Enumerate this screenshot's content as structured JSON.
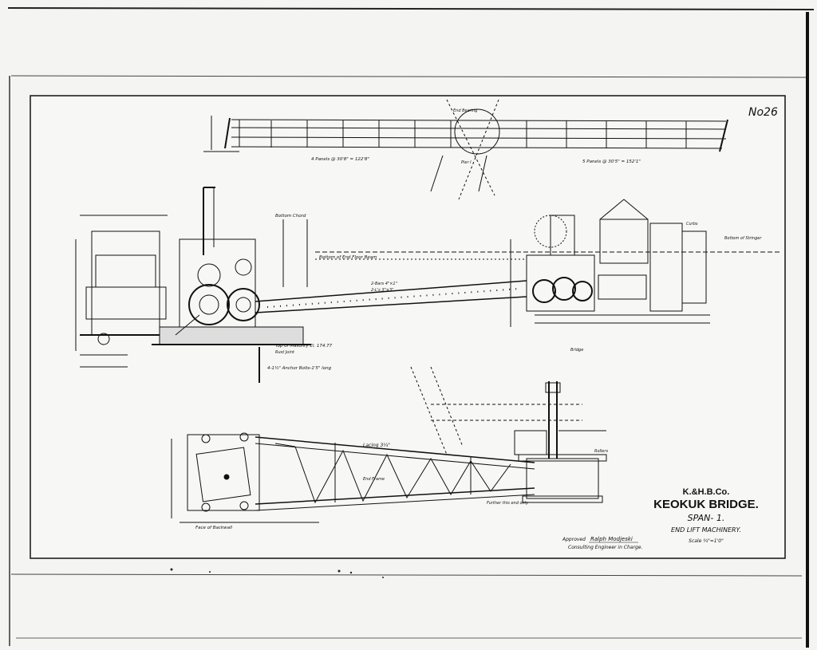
{
  "sheet": {
    "number": "No26",
    "title_block": {
      "company": "K.&H.B.Co.",
      "bridge": "KEOKUK BRIDGE.",
      "span": "SPAN- 1.",
      "drawing": "END LIFT MACHINERY.",
      "scale": "Scale ¾\"=1'0\""
    },
    "approval": {
      "approved_label": "Approved",
      "signature": "Ralph Modjeski",
      "role": "Consulting Engineer in Charge."
    }
  },
  "annotations": {
    "panels_left": "4 Panels @ 30'8\" = 122'8\"",
    "panels_right": "5 Panels @ 30'5\" = 152'1\"",
    "end_bearing": "End Bearing",
    "pier_1": "Pier I",
    "bottom_chord": "Bottom Chord",
    "bottom_end_floor_beam": "Bottom of End Floor Beam",
    "bars": "2-Bars 4\"×1\"",
    "angles": "2-L's 3\"×3\"",
    "top_masonry": "Top of Masonry El. 174.77",
    "rust_joint": "Rust Joint",
    "anchor_bolts": "4-1½\" Anchor Bolts-1'5\" long",
    "bridge": "Bridge",
    "face_backwall": "Face of Backwall",
    "lacing": "Lacing 3¼\"",
    "bottom_stringer": "Bottom of Stringer",
    "curbs": "Curbs",
    "end_frame": "End Frame",
    "rollers": "Rollers",
    "further": "Further this end only"
  }
}
